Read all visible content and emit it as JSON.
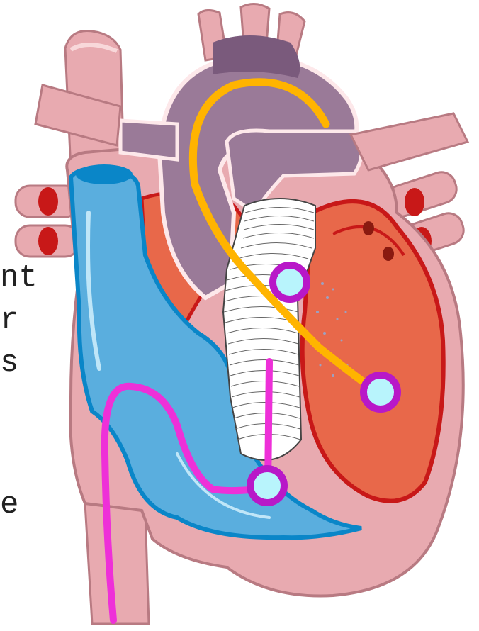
{
  "text_fragments": {
    "a": "nt",
    "b": "r",
    "c": "s",
    "d": "",
    "e": "e"
  },
  "colors": {
    "aorta_purple": "#9a7a98",
    "aorta_dark": "#7a5a7c",
    "vein_blue": "#5aaede",
    "vein_blue_dark": "#0a86c8",
    "ventricle_red": "#e8684a",
    "ventricle_dark_red": "#c81818",
    "heart_pink": "#e8aab0",
    "heart_outline": "#b87a82",
    "conduction_path_orange": "#ffb400",
    "conduction_path_magenta": "#ee30d8",
    "node_fill": "#b8f4fc",
    "node_ring": "#b818c8"
  },
  "icons": [
    "heart-illustration",
    "sa-node-marker",
    "av-node-marker",
    "apex-node-marker"
  ]
}
